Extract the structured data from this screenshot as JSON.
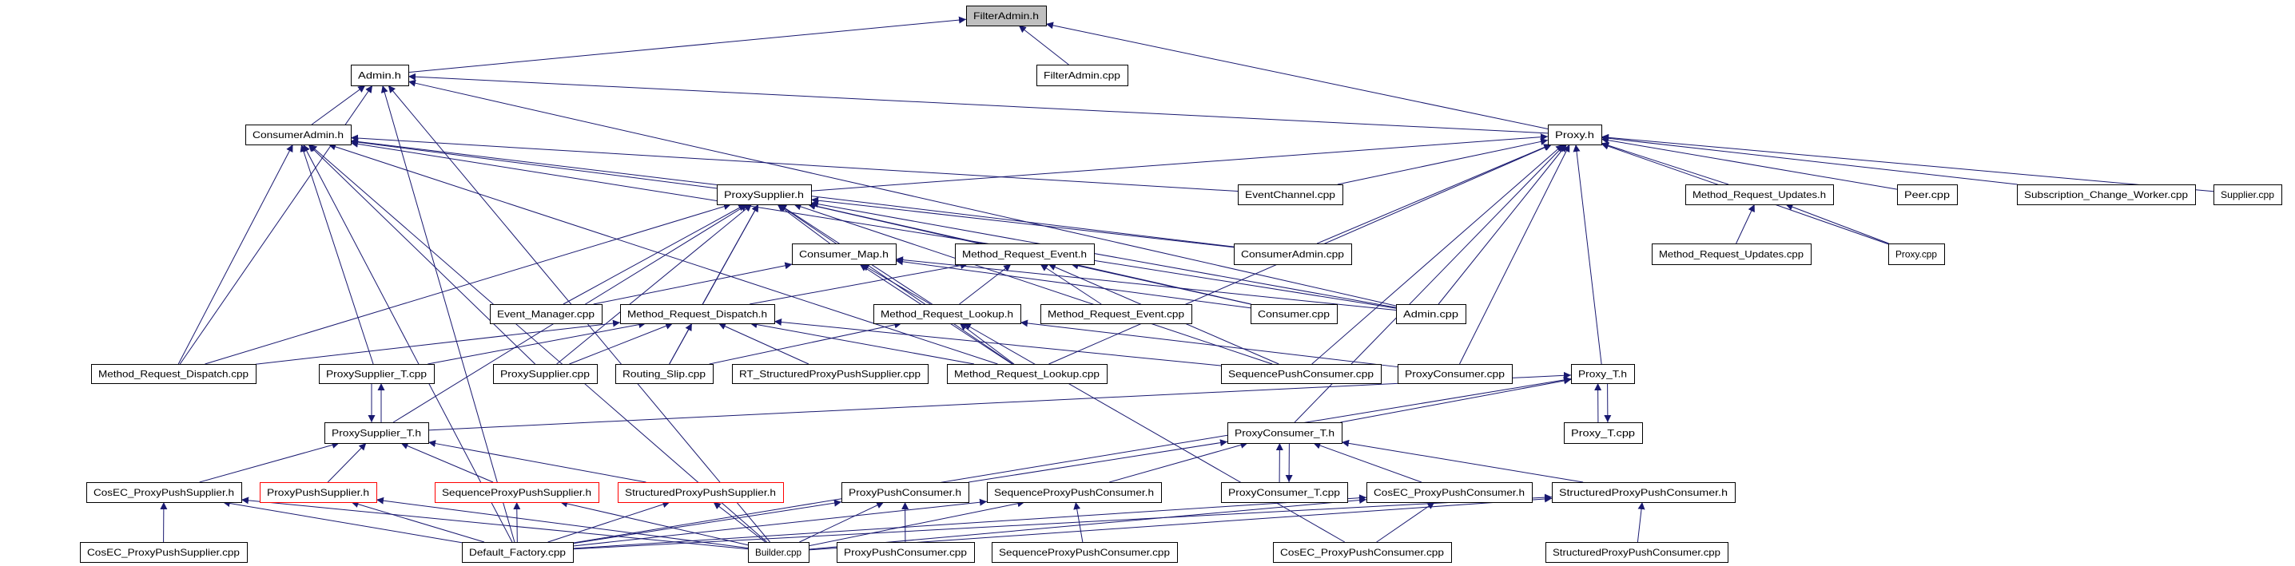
{
  "graph": {
    "edge_color": "#191970",
    "highlight_fill": "#bfbfbf",
    "warning_border": "#ff0000",
    "nodes": [
      {
        "id": "filteradmin_h",
        "label": "FilterAdmin.h",
        "style": "highlight"
      },
      {
        "id": "admin_h",
        "label": "Admin.h",
        "style": "normal"
      },
      {
        "id": "filteradmin_cpp",
        "label": "FilterAdmin.cpp",
        "style": "normal"
      },
      {
        "id": "consumeradmin_h",
        "label": "ConsumerAdmin.h",
        "style": "normal"
      },
      {
        "id": "proxy_h",
        "label": "Proxy.h",
        "style": "normal"
      },
      {
        "id": "proxysupplier_h",
        "label": "ProxySupplier.h",
        "style": "normal"
      },
      {
        "id": "eventchannel_cpp",
        "label": "EventChannel.cpp",
        "style": "normal"
      },
      {
        "id": "mru_h",
        "label": "Method_Request_Updates.h",
        "style": "normal"
      },
      {
        "id": "peer_cpp",
        "label": "Peer.cpp",
        "style": "normal"
      },
      {
        "id": "scw_cpp",
        "label": "Subscription_Change_Worker.cpp",
        "style": "normal"
      },
      {
        "id": "supplier_cpp",
        "label": "Supplier.cpp",
        "style": "normal"
      },
      {
        "id": "consumer_map_h",
        "label": "Consumer_Map.h",
        "style": "normal"
      },
      {
        "id": "mre_h",
        "label": "Method_Request_Event.h",
        "style": "normal"
      },
      {
        "id": "consumeradmin_cpp",
        "label": "ConsumerAdmin.cpp",
        "style": "normal"
      },
      {
        "id": "mru_cpp",
        "label": "Method_Request_Updates.cpp",
        "style": "normal"
      },
      {
        "id": "proxy_cpp",
        "label": "Proxy.cpp",
        "style": "normal"
      },
      {
        "id": "event_manager_cpp",
        "label": "Event_Manager.cpp",
        "style": "normal"
      },
      {
        "id": "mrd_h",
        "label": "Method_Request_Dispatch.h",
        "style": "normal"
      },
      {
        "id": "mrl_h",
        "label": "Method_Request_Lookup.h",
        "style": "normal"
      },
      {
        "id": "mre_cpp",
        "label": "Method_Request_Event.cpp",
        "style": "normal"
      },
      {
        "id": "consumer_cpp",
        "label": "Consumer.cpp",
        "style": "normal"
      },
      {
        "id": "admin_cpp",
        "label": "Admin.cpp",
        "style": "normal"
      },
      {
        "id": "mrd_cpp",
        "label": "Method_Request_Dispatch.cpp",
        "style": "normal"
      },
      {
        "id": "proxysupplier_t_cpp",
        "label": "ProxySupplier_T.cpp",
        "style": "normal"
      },
      {
        "id": "proxysupplier_cpp",
        "label": "ProxySupplier.cpp",
        "style": "normal"
      },
      {
        "id": "routing_slip_cpp",
        "label": "Routing_Slip.cpp",
        "style": "normal"
      },
      {
        "id": "rt_spps_cpp",
        "label": "RT_StructuredProxyPushSupplier.cpp",
        "style": "normal"
      },
      {
        "id": "mrl_cpp",
        "label": "Method_Request_Lookup.cpp",
        "style": "normal"
      },
      {
        "id": "spc_cpp",
        "label": "SequencePushConsumer.cpp",
        "style": "normal"
      },
      {
        "id": "proxyconsumer_cpp",
        "label": "ProxyConsumer.cpp",
        "style": "normal"
      },
      {
        "id": "proxy_t_h",
        "label": "Proxy_T.h",
        "style": "normal"
      },
      {
        "id": "proxysupplier_t_h",
        "label": "ProxySupplier_T.h",
        "style": "normal"
      },
      {
        "id": "proxyconsumer_t_h",
        "label": "ProxyConsumer_T.h",
        "style": "normal"
      },
      {
        "id": "proxy_t_cpp",
        "label": "Proxy_T.cpp",
        "style": "normal"
      },
      {
        "id": "cosec_pps_h",
        "label": "CosEC_ProxyPushSupplier.h",
        "style": "normal"
      },
      {
        "id": "pps_h",
        "label": "ProxyPushSupplier.h",
        "style": "red"
      },
      {
        "id": "seq_pps_h",
        "label": "SequenceProxyPushSupplier.h",
        "style": "red"
      },
      {
        "id": "str_pps_h",
        "label": "StructuredProxyPushSupplier.h",
        "style": "red"
      },
      {
        "id": "ppc_h",
        "label": "ProxyPushConsumer.h",
        "style": "normal"
      },
      {
        "id": "seq_ppc_h",
        "label": "SequenceProxyPushConsumer.h",
        "style": "normal"
      },
      {
        "id": "proxyconsumer_t_cpp",
        "label": "ProxyConsumer_T.cpp",
        "style": "normal"
      },
      {
        "id": "cosec_ppc_h",
        "label": "CosEC_ProxyPushConsumer.h",
        "style": "normal"
      },
      {
        "id": "str_ppc_h",
        "label": "StructuredProxyPushConsumer.h",
        "style": "normal"
      },
      {
        "id": "cosec_pps_cpp",
        "label": "CosEC_ProxyPushSupplier.cpp",
        "style": "normal"
      },
      {
        "id": "default_factory_cpp",
        "label": "Default_Factory.cpp",
        "style": "normal"
      },
      {
        "id": "builder_cpp",
        "label": "Builder.cpp",
        "style": "normal"
      },
      {
        "id": "ppc_cpp",
        "label": "ProxyPushConsumer.cpp",
        "style": "normal"
      },
      {
        "id": "seq_ppc_cpp",
        "label": "SequenceProxyPushConsumer.cpp",
        "style": "normal"
      },
      {
        "id": "cosec_ppc_cpp",
        "label": "CosEC_ProxyPushConsumer.cpp",
        "style": "normal"
      },
      {
        "id": "str_ppc_cpp",
        "label": "StructuredProxyPushConsumer.cpp",
        "style": "normal"
      }
    ],
    "edges": [
      [
        "admin_h",
        "filteradmin_h"
      ],
      [
        "filteradmin_cpp",
        "filteradmin_h"
      ],
      [
        "proxy_h",
        "filteradmin_h"
      ],
      [
        "consumeradmin_h",
        "admin_h"
      ],
      [
        "proxy_h",
        "admin_h"
      ],
      [
        "admin_cpp",
        "admin_h"
      ],
      [
        "mrd_cpp",
        "admin_h"
      ],
      [
        "default_factory_cpp",
        "admin_h"
      ],
      [
        "builder_cpp",
        "admin_h"
      ],
      [
        "proxysupplier_h",
        "consumeradmin_h"
      ],
      [
        "eventchannel_cpp",
        "consumeradmin_h"
      ],
      [
        "consumeradmin_cpp",
        "consumeradmin_h"
      ],
      [
        "admin_cpp",
        "consumeradmin_h"
      ],
      [
        "mrd_cpp",
        "consumeradmin_h"
      ],
      [
        "default_factory_cpp",
        "consumeradmin_h"
      ],
      [
        "proxysupplier_cpp",
        "consumeradmin_h"
      ],
      [
        "mrl_cpp",
        "consumeradmin_h"
      ],
      [
        "builder_cpp",
        "consumeradmin_h"
      ],
      [
        "proxysupplier_t_cpp",
        "consumeradmin_h"
      ],
      [
        "proxysupplier_h",
        "proxy_h"
      ],
      [
        "eventchannel_cpp",
        "proxy_h"
      ],
      [
        "consumeradmin_cpp",
        "proxy_h"
      ],
      [
        "mru_h",
        "proxy_h"
      ],
      [
        "peer_cpp",
        "proxy_h"
      ],
      [
        "scw_cpp",
        "proxy_h"
      ],
      [
        "supplier_cpp",
        "proxy_h"
      ],
      [
        "proxy_cpp",
        "proxy_h"
      ],
      [
        "admin_cpp",
        "proxy_h"
      ],
      [
        "mrl_cpp",
        "proxy_h"
      ],
      [
        "spc_cpp",
        "proxy_h"
      ],
      [
        "proxyconsumer_cpp",
        "proxy_h"
      ],
      [
        "proxyconsumer_t_h",
        "proxy_h"
      ],
      [
        "proxy_t_h",
        "proxy_h"
      ],
      [
        "mru_cpp",
        "mru_h"
      ],
      [
        "proxy_cpp",
        "mru_h"
      ],
      [
        "consumer_map_h",
        "proxysupplier_h"
      ],
      [
        "mre_h",
        "proxysupplier_h"
      ],
      [
        "event_manager_cpp",
        "proxysupplier_h"
      ],
      [
        "mrd_h",
        "proxysupplier_h"
      ],
      [
        "mrl_h",
        "proxysupplier_h"
      ],
      [
        "proxysupplier_cpp",
        "proxysupplier_h"
      ],
      [
        "routing_slip_cpp",
        "proxysupplier_h"
      ],
      [
        "mrl_cpp",
        "proxysupplier_h"
      ],
      [
        "mrd_cpp",
        "proxysupplier_h"
      ],
      [
        "proxysupplier_t_h",
        "proxysupplier_h"
      ],
      [
        "consumer_cpp",
        "proxysupplier_h"
      ],
      [
        "spc_cpp",
        "proxysupplier_h"
      ],
      [
        "consumeradmin_cpp",
        "proxysupplier_h"
      ],
      [
        "admin_cpp",
        "proxysupplier_h"
      ],
      [
        "event_manager_cpp",
        "consumer_map_h"
      ],
      [
        "mrl_h",
        "consumer_map_h"
      ],
      [
        "mrl_cpp",
        "consumer_map_h"
      ],
      [
        "admin_cpp",
        "consumer_map_h"
      ],
      [
        "consumer_cpp",
        "consumer_map_h"
      ],
      [
        "mrd_h",
        "mre_h"
      ],
      [
        "mrl_h",
        "mre_h"
      ],
      [
        "mre_cpp",
        "mre_h"
      ],
      [
        "consumer_cpp",
        "mre_h"
      ],
      [
        "spc_cpp",
        "mre_h"
      ],
      [
        "mrd_cpp",
        "mrd_h"
      ],
      [
        "proxysupplier_t_cpp",
        "mrd_h"
      ],
      [
        "proxysupplier_cpp",
        "mrd_h"
      ],
      [
        "routing_slip_cpp",
        "mrd_h"
      ],
      [
        "rt_spps_cpp",
        "mrd_h"
      ],
      [
        "mrl_cpp",
        "mrd_h"
      ],
      [
        "spc_cpp",
        "mrd_h"
      ],
      [
        "routing_slip_cpp",
        "mrl_h"
      ],
      [
        "mrl_cpp",
        "mrl_h"
      ],
      [
        "proxyconsumer_cpp",
        "mrl_h"
      ],
      [
        "cosec_ppc_cpp",
        "mrl_h"
      ],
      [
        "proxysupplier_t_h",
        "proxysupplier_t_cpp"
      ],
      [
        "proxysupplier_t_cpp",
        "proxysupplier_t_h"
      ],
      [
        "proxysupplier_t_h",
        "proxy_t_h"
      ],
      [
        "proxyconsumer_t_h",
        "proxy_t_h"
      ],
      [
        "proxyconsumer_t_h",
        "proxyconsumer_t_cpp"
      ],
      [
        "proxyconsumer_t_cpp",
        "proxyconsumer_t_h"
      ],
      [
        "proxy_t_h",
        "proxy_t_cpp"
      ],
      [
        "proxy_t_cpp",
        "proxy_t_h"
      ],
      [
        "default_factory_cpp",
        "proxy_t_h"
      ],
      [
        "cosec_pps_h",
        "proxysupplier_t_h"
      ],
      [
        "pps_h",
        "proxysupplier_t_h"
      ],
      [
        "seq_pps_h",
        "proxysupplier_t_h"
      ],
      [
        "str_pps_h",
        "proxysupplier_t_h"
      ],
      [
        "ppc_h",
        "proxyconsumer_t_h"
      ],
      [
        "seq_ppc_h",
        "proxyconsumer_t_h"
      ],
      [
        "cosec_ppc_h",
        "proxyconsumer_t_h"
      ],
      [
        "str_ppc_h",
        "proxyconsumer_t_h"
      ],
      [
        "cosec_pps_cpp",
        "cosec_pps_h"
      ],
      [
        "default_factory_cpp",
        "cosec_pps_h"
      ],
      [
        "default_factory_cpp",
        "pps_h"
      ],
      [
        "default_factory_cpp",
        "seq_pps_h"
      ],
      [
        "default_factory_cpp",
        "str_pps_h"
      ],
      [
        "default_factory_cpp",
        "ppc_h"
      ],
      [
        "default_factory_cpp",
        "seq_ppc_h"
      ],
      [
        "default_factory_cpp",
        "cosec_ppc_h"
      ],
      [
        "default_factory_cpp",
        "str_ppc_h"
      ],
      [
        "builder_cpp",
        "cosec_pps_h"
      ],
      [
        "builder_cpp",
        "pps_h"
      ],
      [
        "builder_cpp",
        "seq_pps_h"
      ],
      [
        "builder_cpp",
        "str_pps_h"
      ],
      [
        "builder_cpp",
        "ppc_h"
      ],
      [
        "builder_cpp",
        "seq_ppc_h"
      ],
      [
        "builder_cpp",
        "cosec_ppc_h"
      ],
      [
        "builder_cpp",
        "str_ppc_h"
      ],
      [
        "ppc_cpp",
        "ppc_h"
      ],
      [
        "seq_ppc_cpp",
        "seq_ppc_h"
      ],
      [
        "cosec_ppc_cpp",
        "cosec_ppc_h"
      ],
      [
        "str_ppc_cpp",
        "str_ppc_h"
      ]
    ]
  }
}
